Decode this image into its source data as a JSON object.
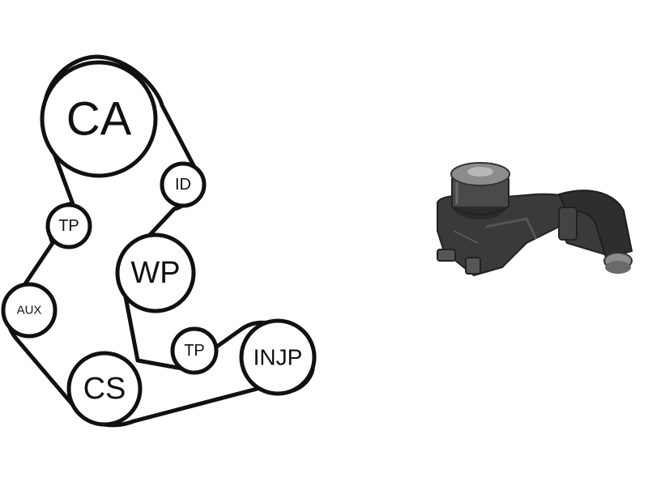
{
  "diagram": {
    "pulleys": [
      {
        "id": "ca",
        "label": "CA"
      },
      {
        "id": "id",
        "label": "ID"
      },
      {
        "id": "tp1",
        "label": "TP"
      },
      {
        "id": "wp",
        "label": "WP"
      },
      {
        "id": "aux",
        "label": "AUX"
      },
      {
        "id": "tp2",
        "label": "TP"
      },
      {
        "id": "injp",
        "label": "INJP"
      },
      {
        "id": "cs",
        "label": "CS"
      }
    ]
  },
  "product_image": {
    "icon": "water-pump-icon"
  },
  "colors": {
    "background": "#ffffff",
    "line": "#111111",
    "pump_body": "#3a3a3a",
    "pump_highlight": "#8c8c8c"
  }
}
